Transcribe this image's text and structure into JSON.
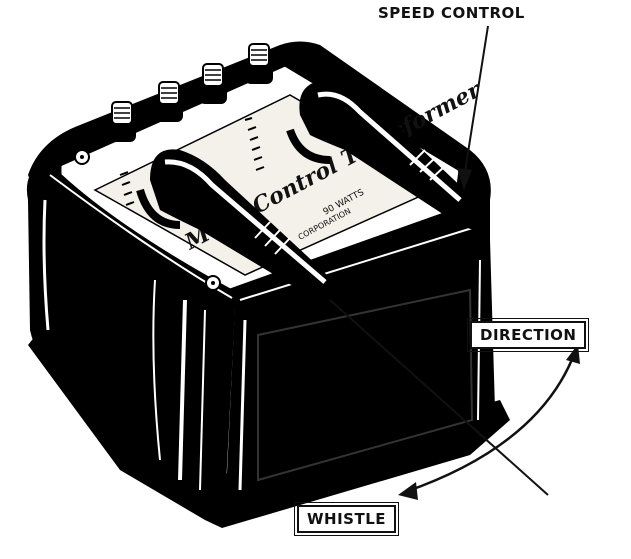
{
  "labels": {
    "speed_control": "SPEED CONTROL",
    "direction": "DIRECTION",
    "whistle": "WHISTLE"
  },
  "nameplate": {
    "title": "Multi-Control Transformer",
    "rating": "90 WATTS",
    "maker": "CORPORATION"
  },
  "colors": {
    "ink": "#111111",
    "paper": "#ffffff",
    "plate": "#f4f1ea"
  }
}
